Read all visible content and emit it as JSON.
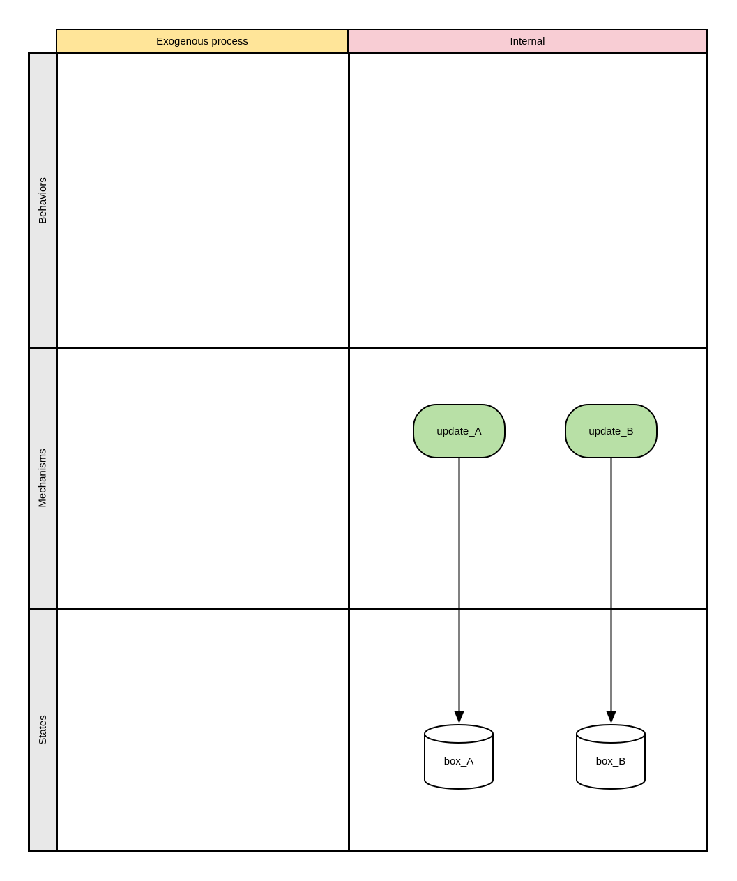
{
  "diagram": {
    "title": "swimlane matrix diagram",
    "columns": [
      {
        "id": "exogenous",
        "label": "Exogenous process",
        "color": "#ffe599"
      },
      {
        "id": "internal",
        "label": "Internal",
        "color": "#f8cdd4"
      }
    ],
    "rows": [
      {
        "id": "behaviors",
        "label": "Behaviors"
      },
      {
        "id": "mechanisms",
        "label": "Mechanisms"
      },
      {
        "id": "states",
        "label": "States"
      }
    ],
    "nodes": [
      {
        "id": "update_A",
        "label": "update_A",
        "shape": "rounded",
        "fill": "#b8e0a6",
        "row": "Mechanisms",
        "column": "Internal"
      },
      {
        "id": "update_B",
        "label": "update_B",
        "shape": "rounded",
        "fill": "#b8e0a6",
        "row": "Mechanisms",
        "column": "Internal"
      },
      {
        "id": "box_A",
        "label": "box_A",
        "shape": "cylinder",
        "fill": "#ffffff",
        "row": "States",
        "column": "Internal"
      },
      {
        "id": "box_B",
        "label": "box_B",
        "shape": "cylinder",
        "fill": "#ffffff",
        "row": "States",
        "column": "Internal"
      }
    ],
    "edges": [
      {
        "from": "update_A",
        "to": "box_A",
        "style": "solid-arrow"
      },
      {
        "from": "update_B",
        "to": "box_B",
        "style": "solid-arrow"
      }
    ],
    "colors": {
      "grid_line": "#000000",
      "row_label_bg": "#e8e8e8",
      "node_green": "#b8e0a6",
      "header_yellow": "#ffe599",
      "header_pink": "#f8cdd4"
    }
  }
}
